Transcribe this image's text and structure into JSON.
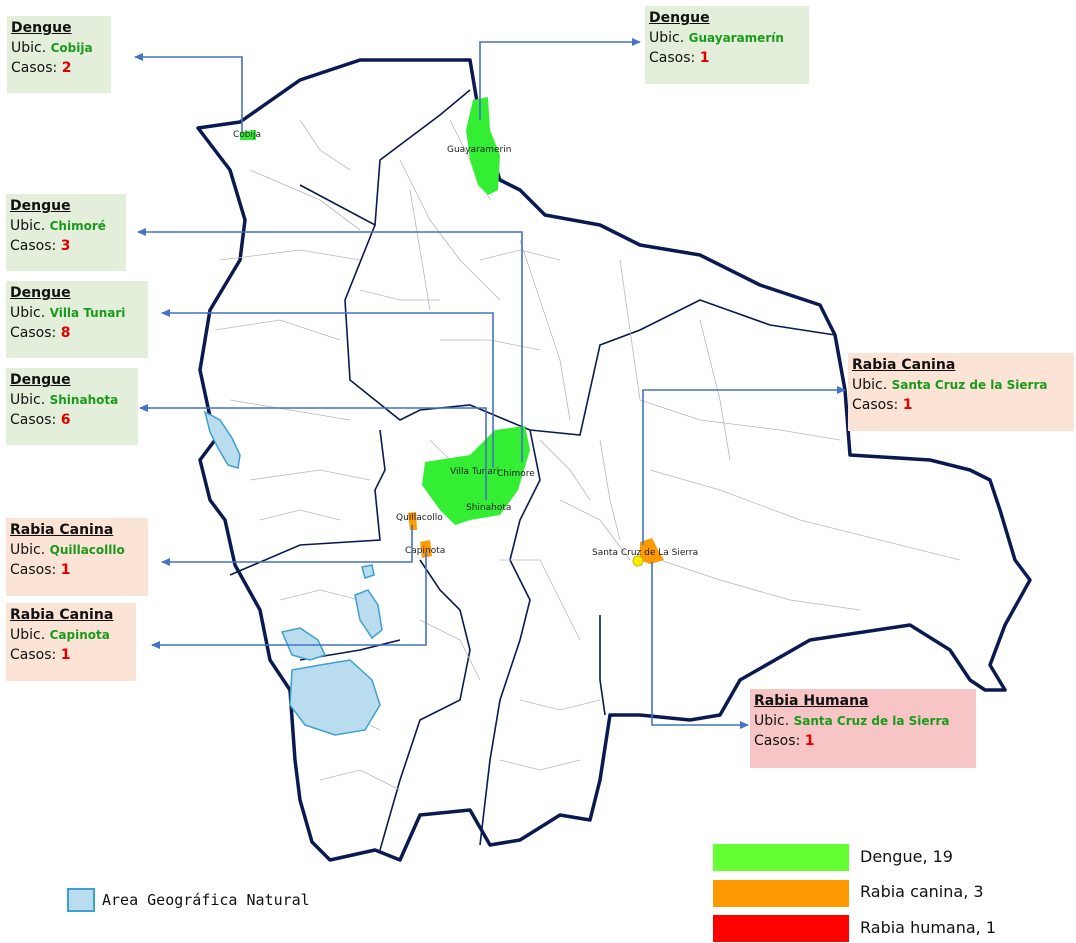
{
  "annotations": [
    {
      "title": "Dengue",
      "ubic_label": "Ubic.",
      "location": "Cobija",
      "casos_label": "Casos:",
      "cases": "2",
      "type": "dengue"
    },
    {
      "title": "Dengue",
      "ubic_label": "Ubic.",
      "location": "Guayaramerín",
      "casos_label": "Casos:",
      "cases": "1",
      "type": "dengue"
    },
    {
      "title": "Dengue",
      "ubic_label": "Ubic.",
      "location": "Chimoré",
      "casos_label": "Casos:",
      "cases": "3",
      "type": "dengue"
    },
    {
      "title": "Dengue",
      "ubic_label": "Ubic.",
      "location": "Villa Tunari",
      "casos_label": "Casos:",
      "cases": "8",
      "type": "dengue"
    },
    {
      "title": "Dengue",
      "ubic_label": "Ubic.",
      "location": "Shinahota",
      "casos_label": "Casos:",
      "cases": "6",
      "type": "dengue"
    },
    {
      "title": "Rabia Canina",
      "ubic_label": "Ubic.",
      "location": "Quillacolllo",
      "casos_label": "Casos:",
      "cases": "1",
      "type": "rabia_canina"
    },
    {
      "title": "Rabia Canina",
      "ubic_label": "Ubic.",
      "location": "Capinota",
      "casos_label": "Casos:",
      "cases": "1",
      "type": "rabia_canina"
    },
    {
      "title": "Rabia Canina",
      "ubic_label": "Ubic.",
      "location": "Santa Cruz de la Sierra",
      "casos_label": "Casos:",
      "cases": "1",
      "type": "rabia_canina"
    },
    {
      "title": "Rabia Humana",
      "ubic_label": "Ubic.",
      "location": "Santa Cruz de la Sierra",
      "casos_label": "Casos:",
      "cases": "1",
      "type": "rabia_humana"
    }
  ],
  "map_labels": {
    "cobija": "Cobija",
    "guayaramerin": "Guayaramerin",
    "villa_tunari": "Villa Tunari",
    "chimore": "Chimore",
    "shinahota": "Shinahota",
    "quillacollo": "Quillacollo",
    "capinota": "Capinota",
    "santa_cruz": "Santa Cruz de La Sierra"
  },
  "legend": {
    "items": [
      {
        "label": "Dengue, 19",
        "color": "#66ff33"
      },
      {
        "label": "Rabia canina, 3",
        "color": "#ff9900"
      },
      {
        "label": "Rabia humana, 1",
        "color": "#ff0000"
      }
    ],
    "natural_area_label": "Area Geográfica Natural",
    "natural_area_color": "#b9dcef"
  },
  "colors": {
    "dengue_region": "#33ee33",
    "rabia_canina_region": "#ff9900",
    "rabia_humana_point": "#ffee00",
    "country_border": "#0a1a50",
    "connector": "#4472c4",
    "lake": "#b9dcef"
  }
}
